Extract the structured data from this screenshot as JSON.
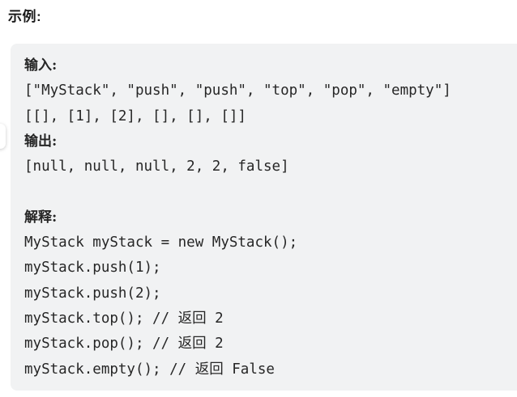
{
  "page": {
    "background": "#ffffff",
    "heading": "示例:"
  },
  "example_block": {
    "background": "#f1f2f3",
    "text_color": "#262626",
    "lines": [
      {
        "kind": "label",
        "text": "输入:"
      },
      {
        "kind": "code",
        "text": "[\"MyStack\", \"push\", \"push\", \"top\", \"pop\", \"empty\"]"
      },
      {
        "kind": "code",
        "text": "[[], [1], [2], [], [], []]"
      },
      {
        "kind": "label",
        "text": "输出:"
      },
      {
        "kind": "code",
        "text": "[null, null, null, 2, 2, false]"
      },
      {
        "kind": "blank",
        "text": ""
      },
      {
        "kind": "label",
        "text": "解释:"
      },
      {
        "kind": "code",
        "text": "MyStack myStack = new MyStack();"
      },
      {
        "kind": "code",
        "text": "myStack.push(1);"
      },
      {
        "kind": "code",
        "text": "myStack.push(2);"
      },
      {
        "kind": "code",
        "text": "myStack.top(); // 返回 2"
      },
      {
        "kind": "code",
        "text": "myStack.pop(); // 返回 2"
      },
      {
        "kind": "code",
        "text": "myStack.empty(); // 返回 False"
      }
    ]
  }
}
